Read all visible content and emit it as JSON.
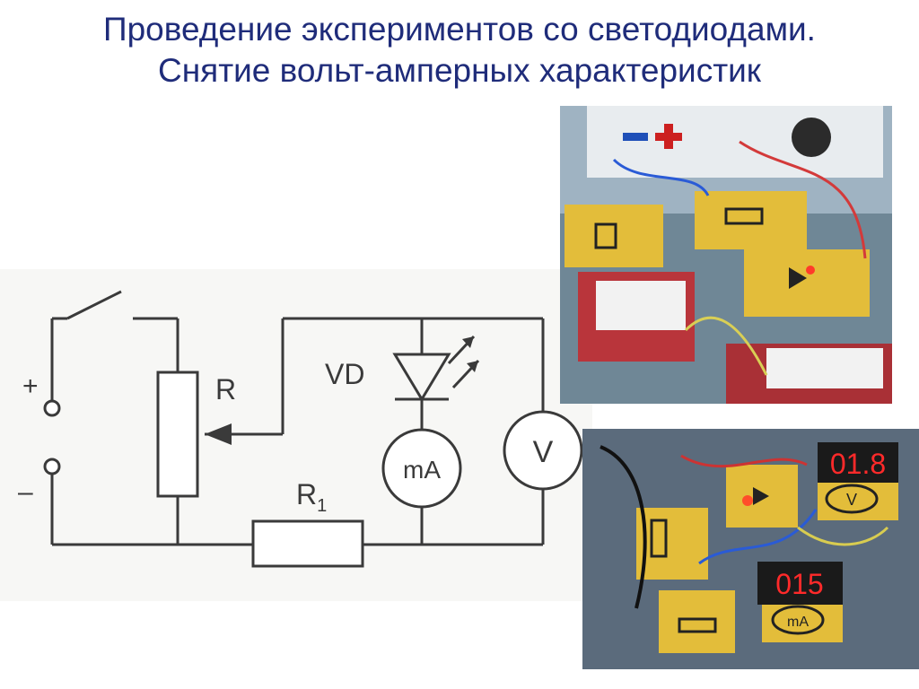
{
  "slide": {
    "title_line1": "Проведение экспериментов со светодиодами.",
    "title_line2": "Снятие вольт-амперных характеристик"
  },
  "schematic": {
    "plus_label": "+",
    "minus_label": "–",
    "rheostat_label": "R",
    "resistor_label": "R",
    "resistor_subscript": "1",
    "diode_label": "VD",
    "ammeter_label": "mA",
    "voltmeter_label": "V"
  },
  "photo_bottom": {
    "voltmeter_display": "01.8",
    "ammeter_display": "015",
    "voltmeter_symbol": "V",
    "ammeter_symbol": "mA"
  },
  "colors": {
    "title": "#1f2c7a",
    "board": "#e8c343",
    "display_red": "#ff2a2a"
  }
}
